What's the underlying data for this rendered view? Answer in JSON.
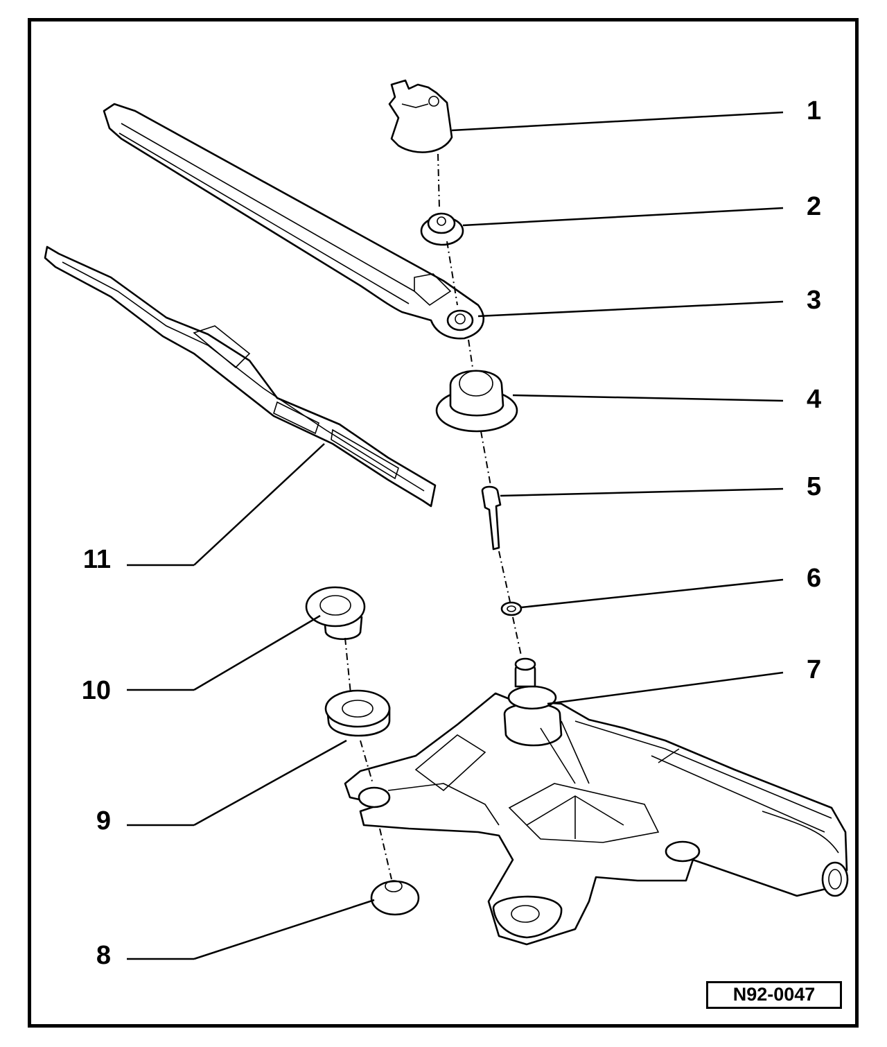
{
  "callouts": {
    "c1": "1",
    "c2": "2",
    "c3": "3",
    "c4": "4",
    "c5": "5",
    "c6": "6",
    "c7": "7",
    "c8": "8",
    "c9": "9",
    "c10": "10",
    "c11": "11"
  },
  "reference_code": "N92-0047"
}
